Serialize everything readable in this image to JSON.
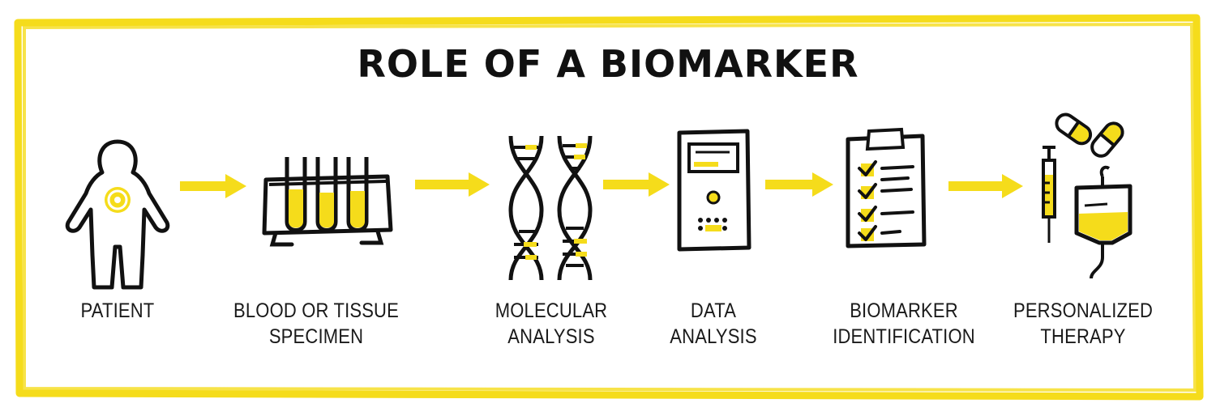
{
  "title": "ROLE OF A BIOMARKER",
  "colors": {
    "accent": "#f5dc1b",
    "ink": "#111111",
    "background": "#ffffff"
  },
  "steps": [
    {
      "icon": "patient-icon",
      "lines": [
        "PATIENT"
      ]
    },
    {
      "icon": "test-tubes-icon",
      "lines": [
        "BLOOD OR TISSUE",
        "SPECIMEN"
      ]
    },
    {
      "icon": "dna-icon",
      "lines": [
        "MOLECULAR",
        "ANALYSIS"
      ]
    },
    {
      "icon": "computer-tower-icon",
      "lines": [
        "DATA",
        "ANALYSIS"
      ]
    },
    {
      "icon": "clipboard-checklist-icon",
      "lines": [
        "BIOMARKER",
        "IDENTIFICATION"
      ]
    },
    {
      "icon": "medication-icon",
      "lines": [
        "PERSONALIZED",
        "THERAPY"
      ]
    }
  ],
  "arrows": [
    "arrow-right-icon",
    "arrow-right-icon",
    "arrow-right-icon",
    "arrow-right-icon",
    "arrow-right-icon"
  ]
}
